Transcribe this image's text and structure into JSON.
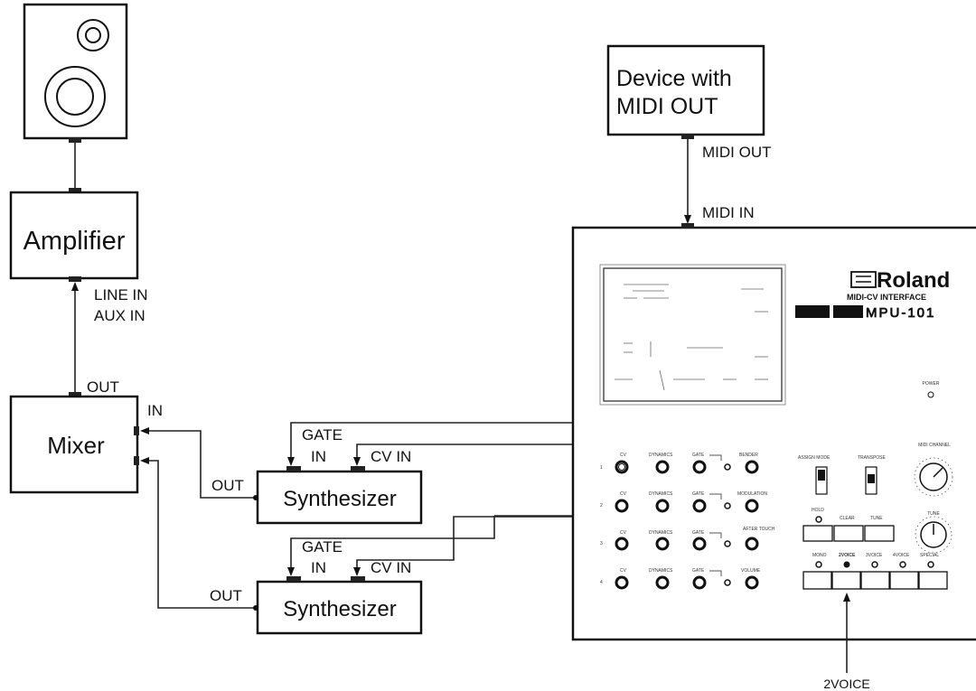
{
  "devices": {
    "amplifier": "Amplifier",
    "mixer": "Mixer",
    "synth1": "Synthesizer",
    "synth2": "Synthesizer",
    "midi_device": "Device with\nMIDI OUT"
  },
  "labels": {
    "line_in": "LINE IN",
    "aux_in": "AUX IN",
    "mixer_out": "OUT",
    "mixer_in": "IN",
    "synth1_out": "OUT",
    "synth1_gate": "GATE",
    "synth1_gate_in": "IN",
    "synth1_cv_in": "CV IN",
    "synth2_out": "OUT",
    "synth2_gate": "GATE",
    "synth2_gate_in": "IN",
    "synth2_cv_in": "CV IN",
    "midi_out": "MIDI OUT",
    "midi_in": "MIDI IN",
    "voice_callout": "2VOICE"
  },
  "panel": {
    "brand": "Roland",
    "subtitle": "MIDI-CV INTERFACE",
    "model": "MPU-101",
    "power": "POWER",
    "rows": [
      "1",
      "2",
      "3",
      "4"
    ],
    "col_cv": "CV",
    "col_dynamics": "DYNAMICS",
    "col_gate": "GATE",
    "right_row_labels": [
      "BENDER",
      "MODULATION",
      "AFTER TOUCH",
      "VOLUME"
    ],
    "assign_mode": "ASSIGN MODE",
    "transpose": "TRANSPOSE",
    "midi_channel": "MIDI CHANNEL",
    "tune": "TUNE",
    "hold": "HOLD",
    "clear": "CLEAR",
    "tune_btn": "TUNE",
    "voice_modes": [
      "MONO",
      "2VOICE",
      "3VOICE",
      "4VOICE",
      "SPECIAL"
    ]
  }
}
